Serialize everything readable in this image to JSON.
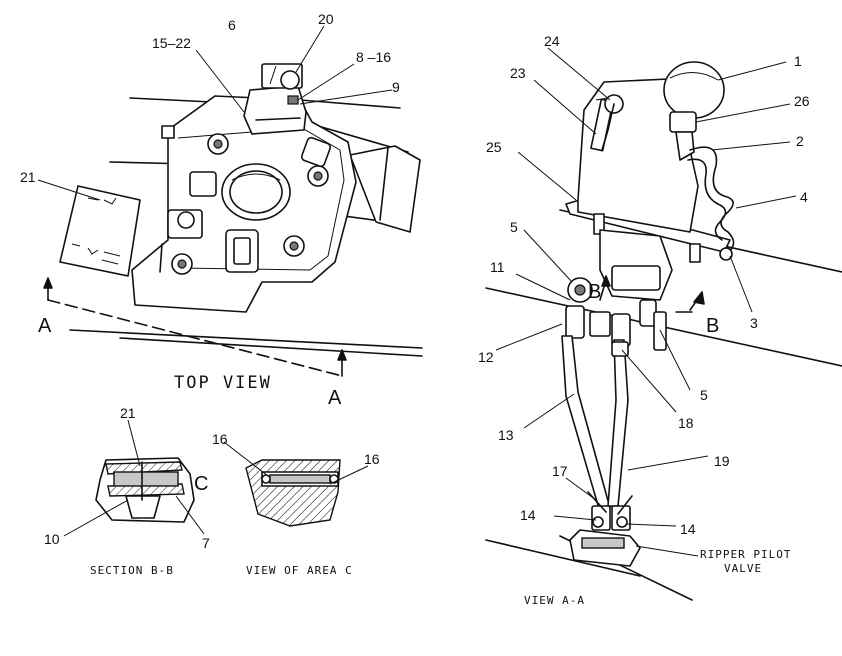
{
  "callouts": {
    "c1": "1",
    "c2": "2",
    "c3": "3",
    "c4": "4",
    "c5a": "5",
    "c5b": "5",
    "c6": "6",
    "c7": "7",
    "c8_16": "8 –16",
    "c9": "9",
    "c10": "10",
    "c11": "11",
    "c12": "12",
    "c13": "13",
    "c14a": "14",
    "c14b": "14",
    "c15_22": "15–22",
    "c16a": "16",
    "c16b": "16",
    "c17": "17",
    "c18": "18",
    "c19": "19",
    "c20": "20",
    "c21a": "21",
    "c21b": "21",
    "c23": "23",
    "c24": "24",
    "c25": "25",
    "c26": "26"
  },
  "markers": {
    "a_left": "A",
    "a_right": "A",
    "b_left": "B",
    "b_right": "B",
    "c": "C"
  },
  "captions": {
    "top_view": "TOP VIEW",
    "section_bb": "SECTION B-B",
    "view_area_c": "VIEW OF AREA C",
    "view_aa": "VIEW A-A",
    "ripper_line1": "RIPPER PILOT",
    "ripper_line2": "VALVE"
  }
}
